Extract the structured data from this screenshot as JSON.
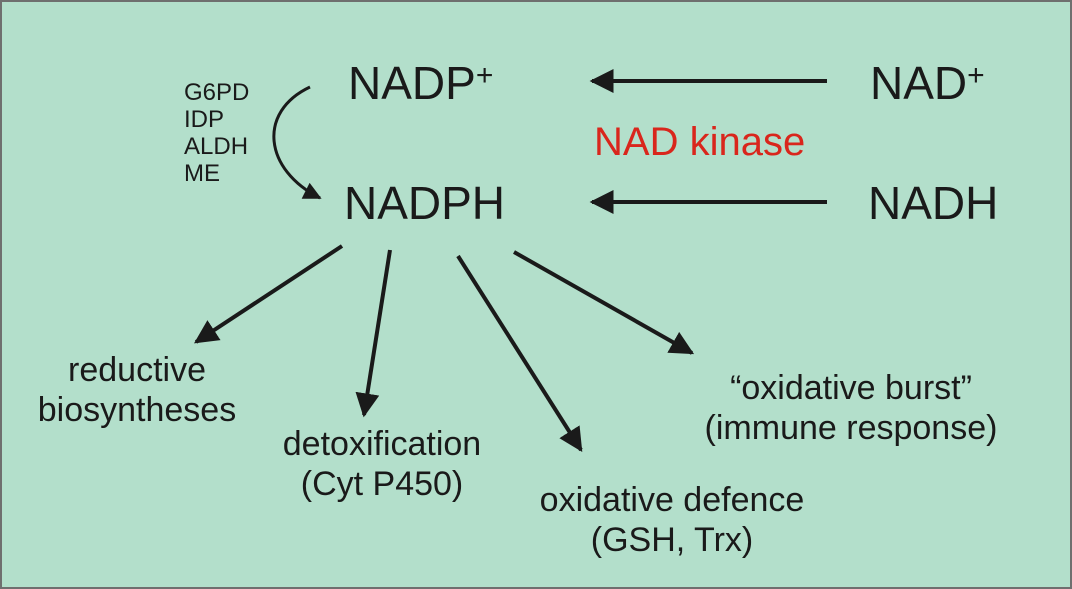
{
  "colors": {
    "background": "#b3dfcb",
    "border": "#6f6f6f",
    "text": "#1a1a1a",
    "kinase": "#d9261c",
    "arrow": "#1a1a1a"
  },
  "nodes": {
    "nadp_plus": {
      "text": "NADP",
      "sup": "+"
    },
    "nad_plus": {
      "text": "NAD",
      "sup": "+"
    },
    "nadph": {
      "text": "NADPH"
    },
    "nadh": {
      "text": "NADH"
    }
  },
  "enzymes": [
    "G6PD",
    "IDP",
    "ALDH",
    "ME"
  ],
  "kinase_label": "NAD kinase",
  "outputs": [
    {
      "line1": "reductive",
      "line2": "biosyntheses"
    },
    {
      "line1": "detoxification",
      "line2": "(Cyt P450)"
    },
    {
      "line1": "oxidative defence",
      "line2": "(GSH, Trx)"
    },
    {
      "line1": "“oxidative burst”",
      "line2": "(immune response)"
    }
  ]
}
